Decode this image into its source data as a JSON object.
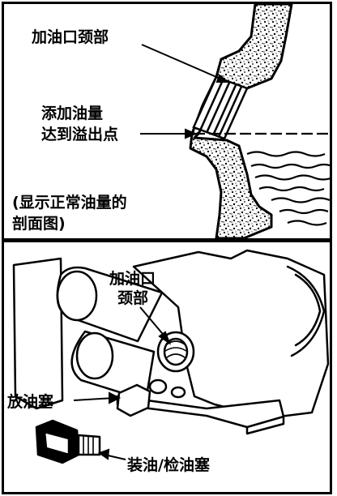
{
  "top_panel": {
    "filler_neck_label": "加油口颈部",
    "fill_level_line1": "添加油量",
    "fill_level_line2": "达到溢出点",
    "caption_line1": "(显示正常油量的",
    "caption_line2": "剖面图)"
  },
  "bottom_panel": {
    "filler_neck_line1": "加油口",
    "filler_neck_line2": "颈部",
    "drain_plug_label": "放油塞",
    "fill_check_plug_label": "装油/检油塞"
  }
}
